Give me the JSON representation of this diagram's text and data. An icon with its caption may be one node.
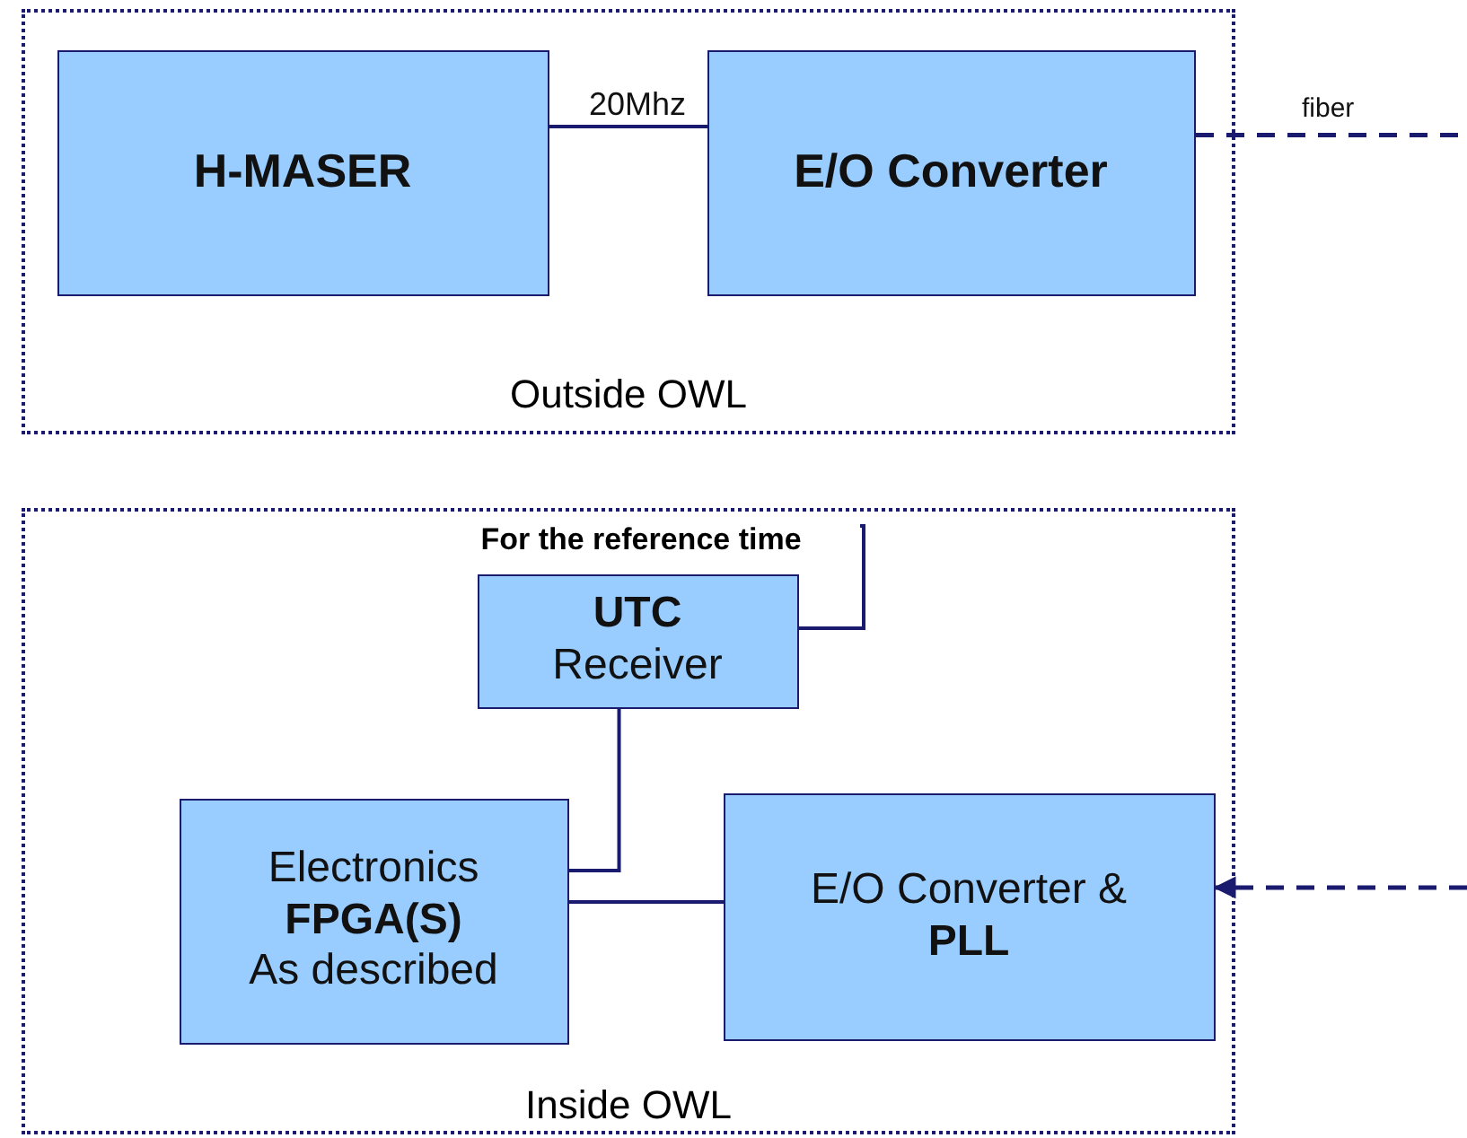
{
  "diagram": {
    "nodes": [
      {
        "text": [
          "Outside OWL"
        ]
      },
      {
        "text": [
          "H-MASER"
        ],
        "in": 0
      },
      {
        "text": [
          "E/O Converter"
        ],
        "in": 0
      },
      {
        "text": [
          "Inside OWL"
        ]
      },
      {
        "text": [
          "**UTC** Receiver"
        ],
        "in": 3
      },
      {
        "text": [
          "Electronics **FPGA(S)** As described"
        ],
        "in": 3
      },
      {
        "text": [
          "E/O Converter & **PLL**"
        ],
        "in": 3
      },
      {
        "text": [
          "For the reference time"
        ],
        "in": 3
      }
    ],
    "edges": [
      {
        "from": 1,
        "to": 2,
        "arrow": "none",
        "label": "20Mhz"
      },
      {
        "from": 2,
        "to": null,
        "arrow": "none",
        "style": "dashed",
        "label": "fiber"
      },
      {
        "from": null,
        "to": 6,
        "arrow": "to",
        "style": "dashed"
      },
      {
        "from": 4,
        "to": 5,
        "arrow": "none"
      },
      {
        "from": 5,
        "to": 6,
        "arrow": "none"
      },
      {
        "from": 4,
        "to": 7,
        "arrow": "none"
      }
    ]
  }
}
